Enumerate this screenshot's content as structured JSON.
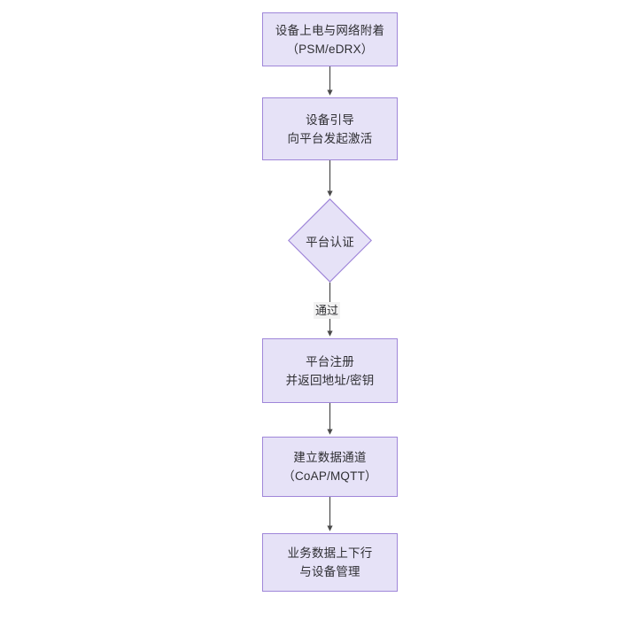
{
  "diagram": {
    "type": "flowchart",
    "orientation": "top-to-bottom",
    "background_color": "#ffffff",
    "node_fill_color": "#e6e2f7",
    "node_border_color": "#9f86d9",
    "node_text_color": "#2f2f33",
    "edge_color": "#4a4a4a",
    "edge_label_background": "#f2f2f2",
    "nodes": [
      {
        "id": "power-on",
        "shape": "rectangle",
        "line1": "设备上电与网络附着",
        "line2": "（PSM/eDRX）"
      },
      {
        "id": "bootstrap",
        "shape": "rectangle",
        "line1": "设备引导",
        "line2": "向平台发起激活"
      },
      {
        "id": "decision",
        "shape": "diamond",
        "line1": "平台认证"
      },
      {
        "id": "register",
        "shape": "rectangle",
        "line1": "平台注册",
        "line2": "并返回地址/密钥"
      },
      {
        "id": "channel",
        "shape": "rectangle",
        "line1": "建立数据通道",
        "line2": "（CoAP/MQTT）"
      },
      {
        "id": "data-mgmt",
        "shape": "rectangle",
        "line1": "业务数据上下行",
        "line2": "与设备管理"
      }
    ],
    "edges": [
      {
        "id": "e1",
        "from": "power-on",
        "to": "bootstrap",
        "label": ""
      },
      {
        "id": "e2",
        "from": "bootstrap",
        "to": "decision",
        "label": ""
      },
      {
        "id": "e3",
        "from": "decision",
        "to": "register",
        "label": "通过"
      },
      {
        "id": "e4",
        "from": "register",
        "to": "channel",
        "label": ""
      },
      {
        "id": "e5",
        "from": "channel",
        "to": "data-mgmt",
        "label": ""
      }
    ]
  }
}
